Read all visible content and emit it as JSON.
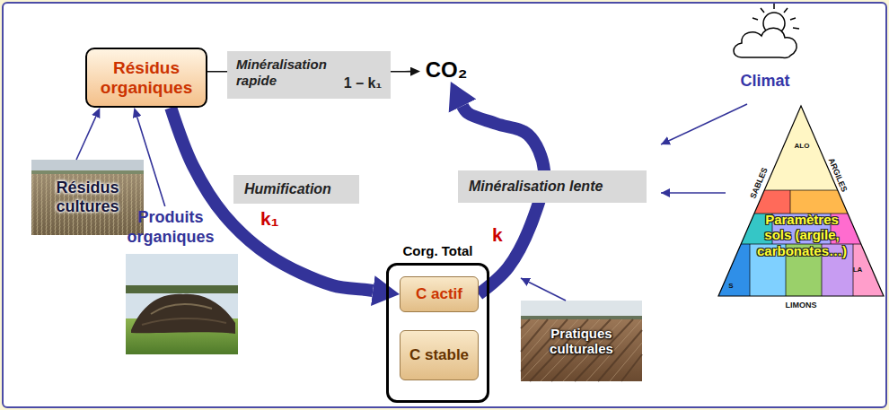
{
  "diagram": {
    "nodes": [
      {
        "text": [
          "Résidus organiques"
        ]
      },
      {
        "text": [
          "Minéralisation rapide",
          "1 – k₁"
        ]
      },
      {
        "text": [
          "CO₂"
        ]
      },
      {
        "text": [
          "Climat"
        ]
      },
      {
        "text": [
          "Résidus cultures"
        ]
      },
      {
        "text": [
          "Humification"
        ]
      },
      {
        "text": [
          "Minéralisation lente"
        ]
      },
      {
        "text": [
          "ALO",
          "SABLES",
          "ARGILES",
          "Paramètres sols (argile, carbonates…)",
          "S",
          "LA",
          "LIMONS"
        ]
      },
      {
        "text": [
          "Produits organiques"
        ]
      },
      {
        "text": [
          "Corg. Total"
        ]
      },
      {
        "text": [
          "C actif"
        ],
        "in": 9
      },
      {
        "text": [
          "C stable"
        ],
        "in": 9
      },
      {
        "text": [
          "Pratiques culturales"
        ]
      }
    ],
    "edges": [
      {
        "from": 0,
        "to": 1,
        "arrow": "none"
      },
      {
        "from": 1,
        "to": 2,
        "arrow": "to"
      },
      {
        "from": 4,
        "to": 0,
        "arrow": "to"
      },
      {
        "from": 8,
        "to": 0,
        "arrow": "to"
      },
      {
        "from": 0,
        "to": 10,
        "arrow": "to",
        "label": "k₁"
      },
      {
        "from": 10,
        "to": 2,
        "arrow": "to",
        "label": "k"
      }
    ]
  }
}
